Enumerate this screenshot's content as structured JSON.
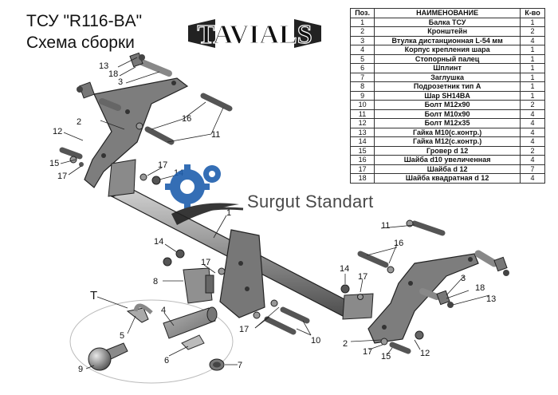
{
  "title": {
    "line1": "ТСУ  \"R116-BA\"",
    "line2": "Схема сборки"
  },
  "logo": {
    "text": "TAVIALS"
  },
  "watermark": {
    "text": "Surgut Standart"
  },
  "table": {
    "headers": [
      "Поз.",
      "НАИМЕНОВАНИЕ",
      "К-во"
    ],
    "rows": [
      [
        "1",
        "Балка ТСУ",
        "1"
      ],
      [
        "2",
        "Кронштейн",
        "2"
      ],
      [
        "3",
        "Втулка дистанционная L-54 мм",
        "4"
      ],
      [
        "4",
        "Корпус крепления шара",
        "1"
      ],
      [
        "5",
        "Стопорный палец",
        "1"
      ],
      [
        "6",
        "Шплинт",
        "1"
      ],
      [
        "7",
        "Заглушка",
        "1"
      ],
      [
        "8",
        "Подрозетник тип А",
        "1"
      ],
      [
        "9",
        "Шар SH14BA",
        "1"
      ],
      [
        "10",
        "Болт М12x90",
        "2"
      ],
      [
        "11",
        "Болт М10x90",
        "4"
      ],
      [
        "12",
        "Болт М12x35",
        "4"
      ],
      [
        "13",
        "Гайка М10(с.контр.)",
        "4"
      ],
      [
        "14",
        "Гайка М12(с.контр.)",
        "4"
      ],
      [
        "15",
        "Гровер d 12",
        "2"
      ],
      [
        "16",
        "Шайба d10 увеличенная",
        "4"
      ],
      [
        "17",
        "Шайба d 12",
        "7"
      ],
      [
        "18",
        "Шайба квадратная d 12",
        "4"
      ]
    ]
  },
  "labels": {
    "T": "T",
    "n1": "1",
    "n2": "2",
    "n3": "3",
    "n4": "4",
    "n5": "5",
    "n6": "6",
    "n7": "7",
    "n8": "8",
    "n9": "9",
    "n10": "10",
    "n11": "11",
    "n12": "12",
    "n13": "13",
    "n14": "14",
    "n15": "15",
    "n16": "16",
    "n17": "17",
    "n18": "18"
  },
  "colors": {
    "part": "#8e8e8e",
    "part_dark": "#5a5a5a",
    "outline": "#222222",
    "gear_blue": "#1f5fae"
  }
}
